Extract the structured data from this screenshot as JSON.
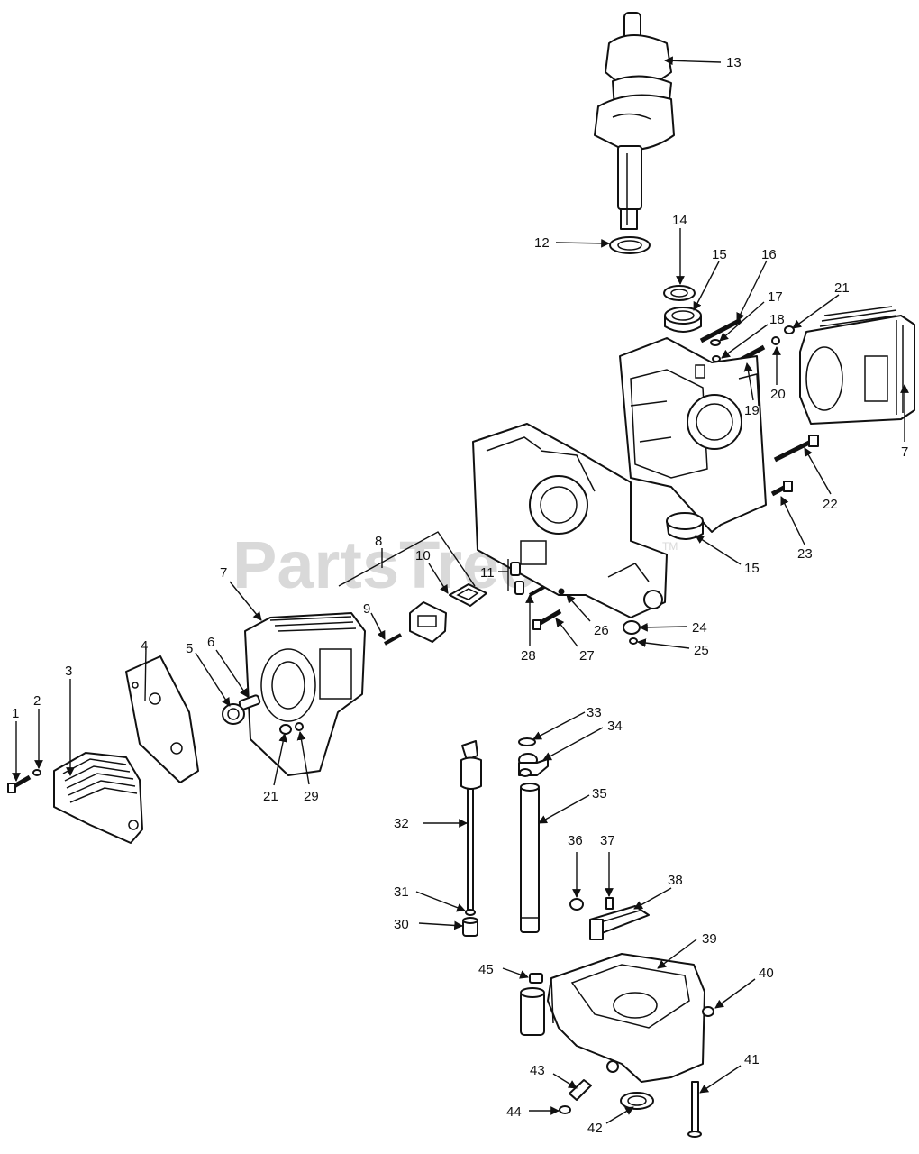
{
  "watermark": {
    "text": "PartsTree",
    "mark": "TM"
  },
  "callouts": [
    {
      "id": "c1",
      "label": "1"
    },
    {
      "id": "c2",
      "label": "2"
    },
    {
      "id": "c3",
      "label": "3"
    },
    {
      "id": "c4",
      "label": "4"
    },
    {
      "id": "c5",
      "label": "5"
    },
    {
      "id": "c6",
      "label": "6"
    },
    {
      "id": "c7a",
      "label": "7"
    },
    {
      "id": "c7b",
      "label": "7"
    },
    {
      "id": "c8",
      "label": "8"
    },
    {
      "id": "c9",
      "label": "9"
    },
    {
      "id": "c10",
      "label": "10"
    },
    {
      "id": "c11",
      "label": "11"
    },
    {
      "id": "c12",
      "label": "12"
    },
    {
      "id": "c13",
      "label": "13"
    },
    {
      "id": "c14",
      "label": "14"
    },
    {
      "id": "c15a",
      "label": "15"
    },
    {
      "id": "c15b",
      "label": "15"
    },
    {
      "id": "c16",
      "label": "16"
    },
    {
      "id": "c17",
      "label": "17"
    },
    {
      "id": "c18",
      "label": "18"
    },
    {
      "id": "c19",
      "label": "19"
    },
    {
      "id": "c20",
      "label": "20"
    },
    {
      "id": "c21a",
      "label": "21"
    },
    {
      "id": "c21b",
      "label": "21"
    },
    {
      "id": "c22",
      "label": "22"
    },
    {
      "id": "c23",
      "label": "23"
    },
    {
      "id": "c24",
      "label": "24"
    },
    {
      "id": "c25",
      "label": "25"
    },
    {
      "id": "c26",
      "label": "26"
    },
    {
      "id": "c27",
      "label": "27"
    },
    {
      "id": "c28",
      "label": "28"
    },
    {
      "id": "c29",
      "label": "29"
    },
    {
      "id": "c30",
      "label": "30"
    },
    {
      "id": "c31",
      "label": "31"
    },
    {
      "id": "c32",
      "label": "32"
    },
    {
      "id": "c33",
      "label": "33"
    },
    {
      "id": "c34",
      "label": "34"
    },
    {
      "id": "c35",
      "label": "35"
    },
    {
      "id": "c36",
      "label": "36"
    },
    {
      "id": "c37",
      "label": "37"
    },
    {
      "id": "c38",
      "label": "38"
    },
    {
      "id": "c39",
      "label": "39"
    },
    {
      "id": "c40",
      "label": "40"
    },
    {
      "id": "c41",
      "label": "41"
    },
    {
      "id": "c42",
      "label": "42"
    },
    {
      "id": "c43",
      "label": "43"
    },
    {
      "id": "c44",
      "label": "44"
    },
    {
      "id": "c45",
      "label": "45"
    }
  ]
}
